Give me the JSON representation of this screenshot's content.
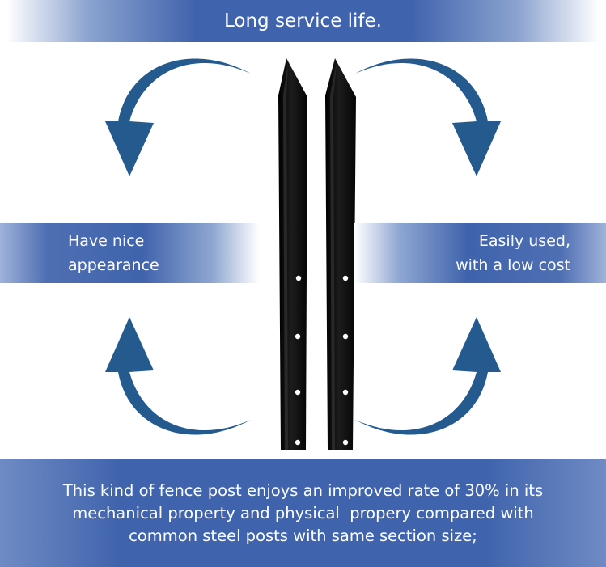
{
  "top_banner": {
    "text": "Long service life."
  },
  "left_banner": {
    "line1": "Have nice",
    "line2": "appearance"
  },
  "right_banner": {
    "line1": "Easily used,",
    "line2": "with a low cost"
  },
  "bottom_banner": {
    "line1": "This kind of fence post enjoys an improved rate of 30% in its",
    "line2": "mechanical property and physical  propery compared with",
    "line3": "common steel posts with same section size;"
  },
  "colors": {
    "banner_blue": "#3f63ac",
    "arrow_blue": "#245a8d",
    "post_black": "#111111"
  },
  "icons": {
    "arrows": [
      "curved-arrow-top-left-icon",
      "curved-arrow-top-right-icon",
      "curved-arrow-bottom-left-icon",
      "curved-arrow-bottom-right-icon"
    ],
    "posts": [
      "fence-post-left",
      "fence-post-right"
    ]
  }
}
